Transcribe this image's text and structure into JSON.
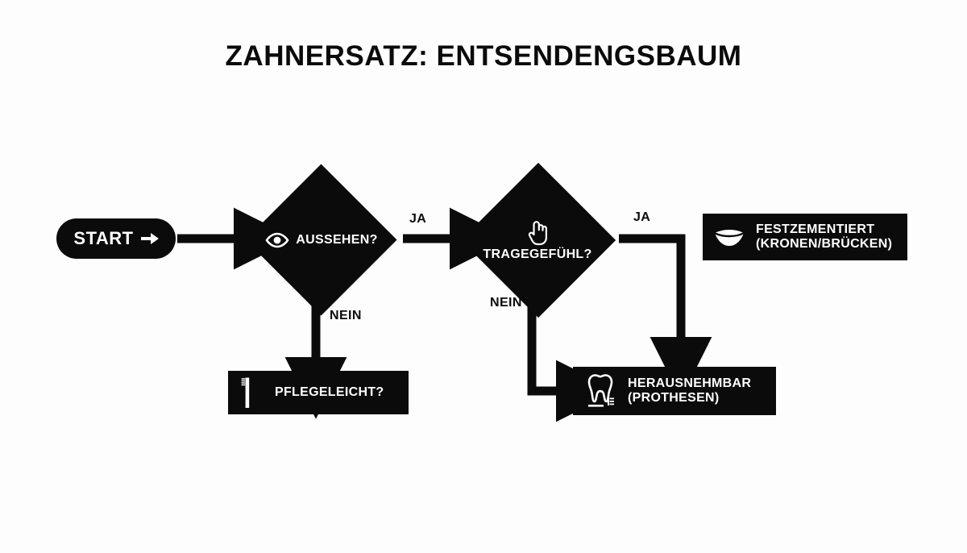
{
  "page": {
    "title": "ZAHNERSATZ: ENTSENDENGSBAUM",
    "background_color": "#fdfdfd",
    "ink_color": "#0b0b0b",
    "paper_color": "#ffffff"
  },
  "start": {
    "label": "START",
    "arrow_icon": "arrow-right-icon"
  },
  "decisions": [
    {
      "id": "aussehen",
      "text": "AUSSEHEN?",
      "icon": "eye-icon"
    },
    {
      "id": "tragegefuehl",
      "text": "TRAGEGEFÜHL?",
      "icon": "pointing-hand-cursor-icon"
    }
  ],
  "results": [
    {
      "id": "festzementiert",
      "line1": "FESTZEMENTIERT",
      "line2": "(KRONEN/BRÜCKEN)",
      "icon": "smiling-mouth-icon"
    },
    {
      "id": "pflegeleicht",
      "line1": "PFLEGELEICHT?",
      "line2": "",
      "icon": "toothbrush-icon"
    },
    {
      "id": "herausnehmbar",
      "line1": "HERAUSNEHMBAR",
      "line2": "(PROTHESEN)",
      "icon": "tooth-icon"
    }
  ],
  "edges": {
    "ja_aussehen": "JA",
    "nein_aussehen": "NEIN",
    "ja_tragegefuehl": "JA",
    "nein_tragegefuehl": "NEIN"
  }
}
